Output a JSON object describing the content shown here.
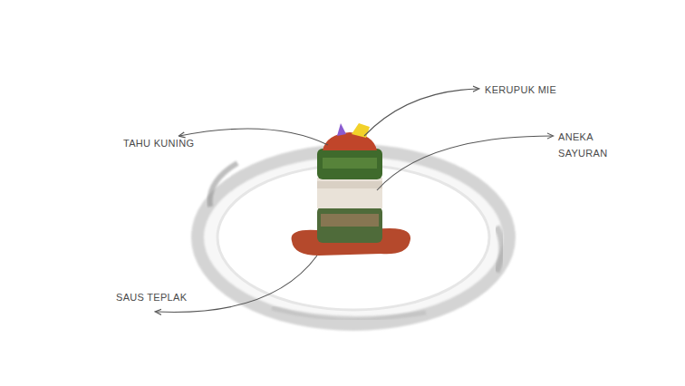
{
  "diagram": {
    "labels": [
      "KERUPUK MIE",
      "ANEKA SAYURAN",
      "TAHU KUNING",
      "SAUS TEPLAK"
    ]
  }
}
